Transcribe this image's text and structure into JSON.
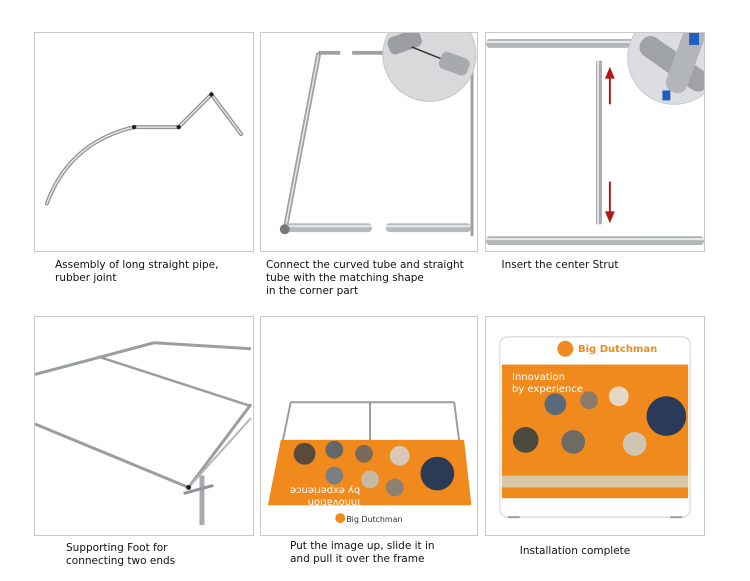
{
  "steps": [
    {
      "caption": "Assembly of long straight pipe,\nrubber joint"
    },
    {
      "caption": "Connect the curved tube and straight\ntube with the matching shape\nin the corner part"
    },
    {
      "caption": "Insert the center Strut"
    },
    {
      "caption": "Supporting Foot for\nconnecting two ends"
    },
    {
      "caption": "Put the image up, slide it in\nand pull it over the frame"
    },
    {
      "caption": "Installation complete"
    }
  ],
  "banner": {
    "brand": "Big Dutchman",
    "headline": "Innovation\nby experience",
    "mirrored_text": "Innovation\nby experience"
  },
  "colors": {
    "orange": "#f08a1c",
    "pipe": "#b9bcc0",
    "arrow": "#b11a1a",
    "blue_tag": "#1f5fbf"
  }
}
